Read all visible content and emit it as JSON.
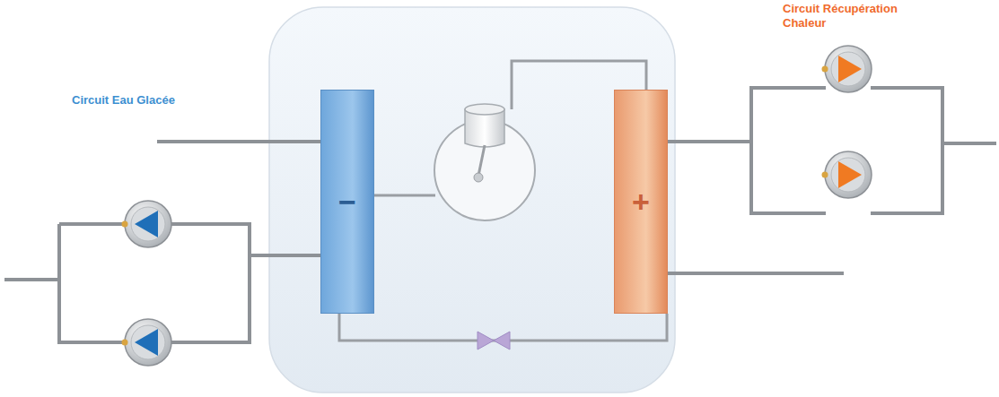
{
  "diagram": {
    "nodes": [
      {
        "text": [
          "−"
        ]
      },
      {
        "text": [
          "+"
        ]
      }
    ],
    "edges": [
      {
        "from": 0,
        "to": 1,
        "arrow": "none"
      }
    ],
    "labels": [
      "Circuit Eau Glacée",
      "Circuit Récupération Chaleur"
    ]
  }
}
